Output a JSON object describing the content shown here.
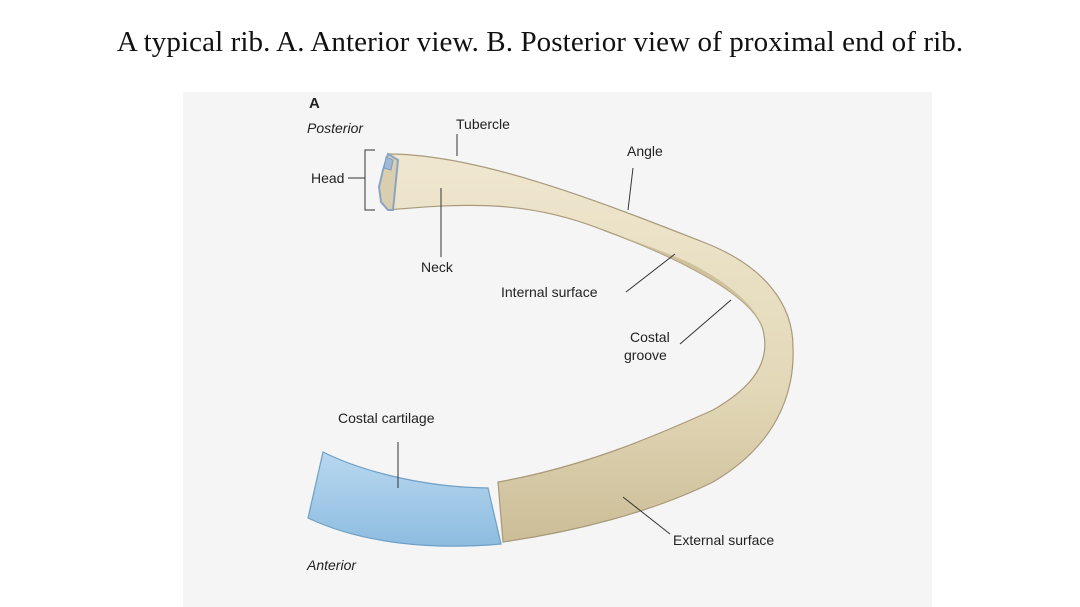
{
  "caption": "A typical rib. A. Anterior view. B. Posterior view of proximal end of rib.",
  "figure": {
    "panel_letter": "A",
    "orientation_top": "Posterior",
    "orientation_bottom": "Anterior",
    "labels": {
      "head": "Head",
      "tubercle": "Tubercle",
      "angle": "Angle",
      "neck": "Neck",
      "internal_surface": "Internal surface",
      "costal_groove_line1": "Costal",
      "costal_groove_line2": "groove",
      "costal_cartilage": "Costal cartilage",
      "external_surface": "External surface"
    },
    "colors": {
      "bone": "#e6dcbf",
      "bone_shadow": "#b9ab86",
      "cartilage": "#a9cde9",
      "cartilage_shadow": "#7fb0d6",
      "background": "#f5f5f5"
    }
  }
}
